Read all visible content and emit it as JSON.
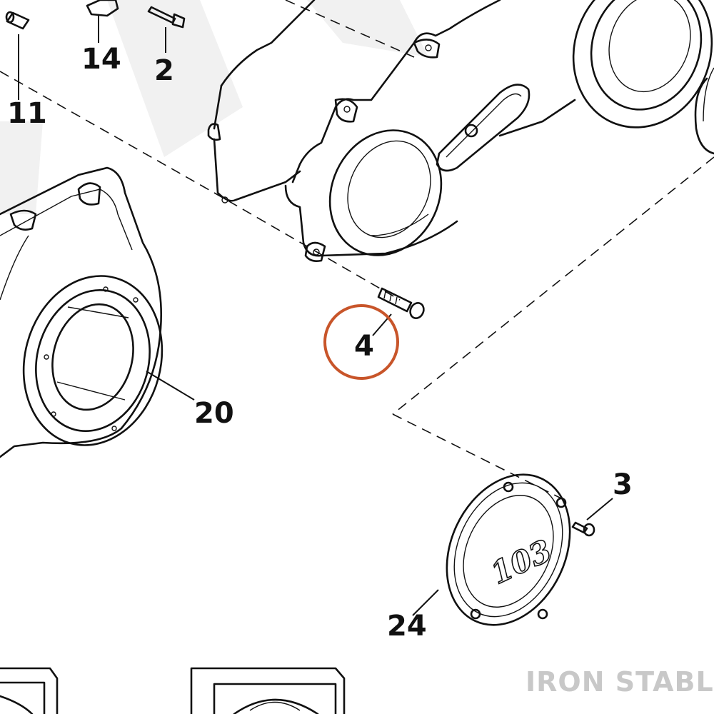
{
  "diagram": {
    "callouts": [
      {
        "id": "11",
        "label": "11"
      },
      {
        "id": "14",
        "label": "14"
      },
      {
        "id": "2",
        "label": "2"
      },
      {
        "id": "4",
        "label": "4",
        "highlighted": true
      },
      {
        "id": "20",
        "label": "20"
      },
      {
        "id": "3",
        "label": "3"
      },
      {
        "id": "24",
        "label": "24"
      }
    ],
    "derby_cover_text": "103",
    "watermark": "IRON STABLE",
    "highlight_color": "#c8552a",
    "line_color": "#111111",
    "watermark_color": "#c8c8c8"
  }
}
